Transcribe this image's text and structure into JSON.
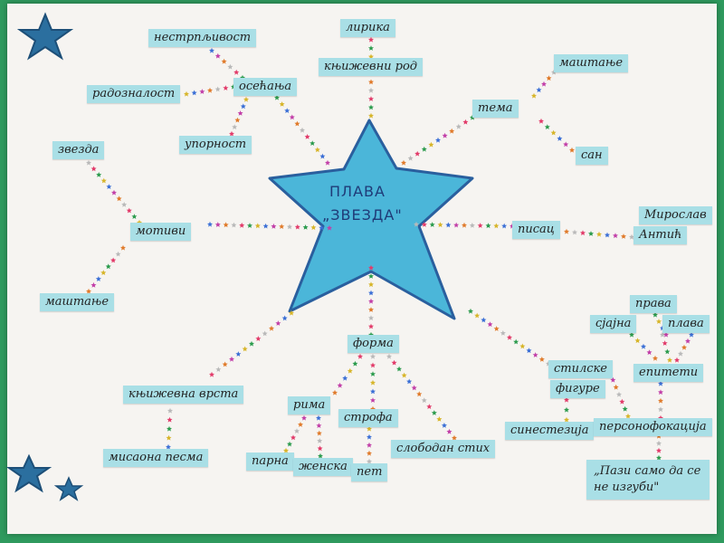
{
  "center": {
    "line1": "ПЛАВА",
    "line2": "„ЗВЕЗДА\""
  },
  "labels": {
    "lirika": "лирика",
    "knjizevni_rod": "књижевни род",
    "nestrpljivost": "нестрпљивост",
    "osecanja": "осећања",
    "radoznalost": "радозналост",
    "upornost": "упорност",
    "mastanje_top": "маштање",
    "tema": "тема",
    "san": "сан",
    "zvezda": "звезда",
    "motivi": "мотиви",
    "mastanje_left": "маштање",
    "pisac": "писац",
    "author_first": "Мирослав",
    "author_last": "Антић",
    "forma": "форма",
    "rima": "рима",
    "strofa": "строфа",
    "slobodan_stih": "слободан стих",
    "parna": "парна",
    "zenska": "женска",
    "pet": "пет",
    "knjizevna_vrsta": "књижевна врста",
    "misaona_pesma": "мисаона песма",
    "stilske": "стилске",
    "figure": "фигуре",
    "sinestezija": "синестезија",
    "personifikacija": "персонофокација",
    "prava": "права",
    "sjajna": "сјајна",
    "plava": "плава",
    "epiteti": "епитети",
    "quote": "„Пази само да се не изгуби\""
  },
  "colors": {
    "background": "#2f9a5e",
    "poster": "#f6f4f1",
    "card": "#a9dfe6",
    "star_fill": "#4bb6d9",
    "star_outline": "#2a5f9e",
    "corner_star": "#2b6f9f"
  }
}
